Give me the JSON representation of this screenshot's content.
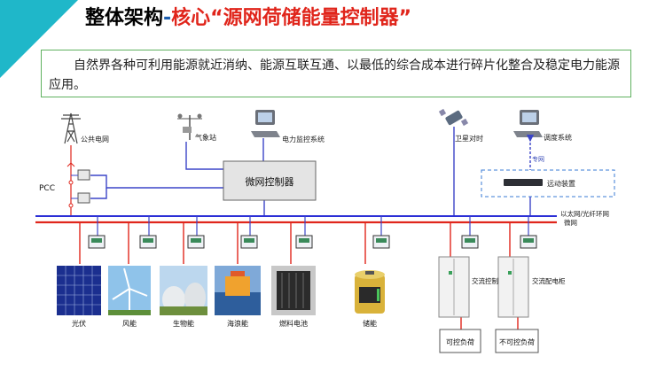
{
  "title": {
    "prefix": "整体架构",
    "dash": "-",
    "highlight": "核心“源网荷储能量控制器”"
  },
  "intro_text": "自然界各种可利用能源就近消纳、能源互联互通、以最低的综合成本进行碎片化整合及稳定电力能源应用。",
  "diagram": {
    "top_labels": {
      "public_grid": "公共电网",
      "weather_station": "气象站",
      "power_monitoring": "电力监控系统",
      "satellite_timing": "卫星对时",
      "dispatch_system": "调度系统",
      "dedicated_network": "专网",
      "interlock_device": "远动装置"
    },
    "pcc": "PCC",
    "controller": "微网控制器",
    "bus_labels": {
      "ethernet": "以太网/光纤环网",
      "microgrid": "微网"
    },
    "sources": [
      {
        "label": "光伏",
        "icon": "solar-panel-icon"
      },
      {
        "label": "风能",
        "icon": "wind-turbine-icon"
      },
      {
        "label": "生物能",
        "icon": "biomass-plant-icon"
      },
      {
        "label": "海浪能",
        "icon": "wave-power-icon"
      },
      {
        "label": "燃料电池",
        "icon": "fuel-cell-icon"
      },
      {
        "label": "储能",
        "icon": "battery-icon"
      }
    ],
    "cabinets": [
      {
        "label": "交流控制柜"
      },
      {
        "label": "交流配电柜"
      }
    ],
    "loads": [
      {
        "label": "可控负荷"
      },
      {
        "label": "不可控负荷"
      }
    ],
    "colors": {
      "ethernet_bus": "#2b2fd6",
      "microgrid_bus": "#e0261c",
      "power_line": "#e0261c",
      "comm_line": "#3b45c8",
      "dashed_box": "#3a7bd5",
      "title_accent": "#e0251b",
      "corner_accent": "#1fb7c9"
    }
  }
}
